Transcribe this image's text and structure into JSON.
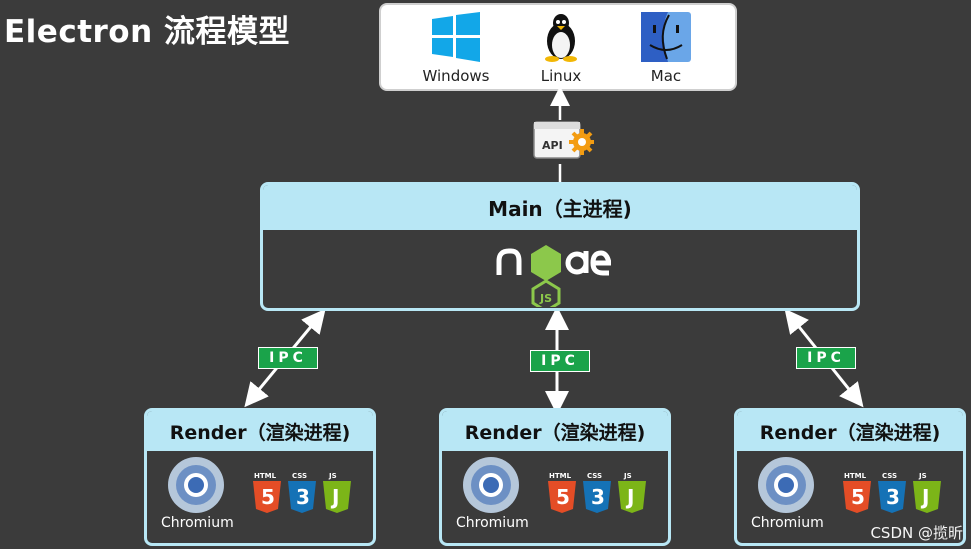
{
  "title": "Electron 流程模型",
  "os": [
    {
      "label": "Windows",
      "icon": "windows-icon"
    },
    {
      "label": "Linux",
      "icon": "linux-tux-icon"
    },
    {
      "label": "Mac",
      "icon": "mac-finder-icon"
    }
  ],
  "api_label": "API",
  "main": {
    "label": "Main（主进程)",
    "icon": "nodejs-icon"
  },
  "ipc_label": "IPC",
  "renders": [
    {
      "label": "Render（渲染进程)",
      "chromium_label": "Chromium"
    },
    {
      "label": "Render（渲染进程)",
      "chromium_label": "Chromium"
    },
    {
      "label": "Render（渲染进程)",
      "chromium_label": "Chromium"
    }
  ],
  "web_tech": {
    "html": "HTML",
    "css": "CSS",
    "js": "JS"
  },
  "watermark": "CSDN @揽昕",
  "colors": {
    "background": "#3b3b3b",
    "box_header": "#b8e7f5",
    "ipc_badge": "#1aa34a"
  }
}
